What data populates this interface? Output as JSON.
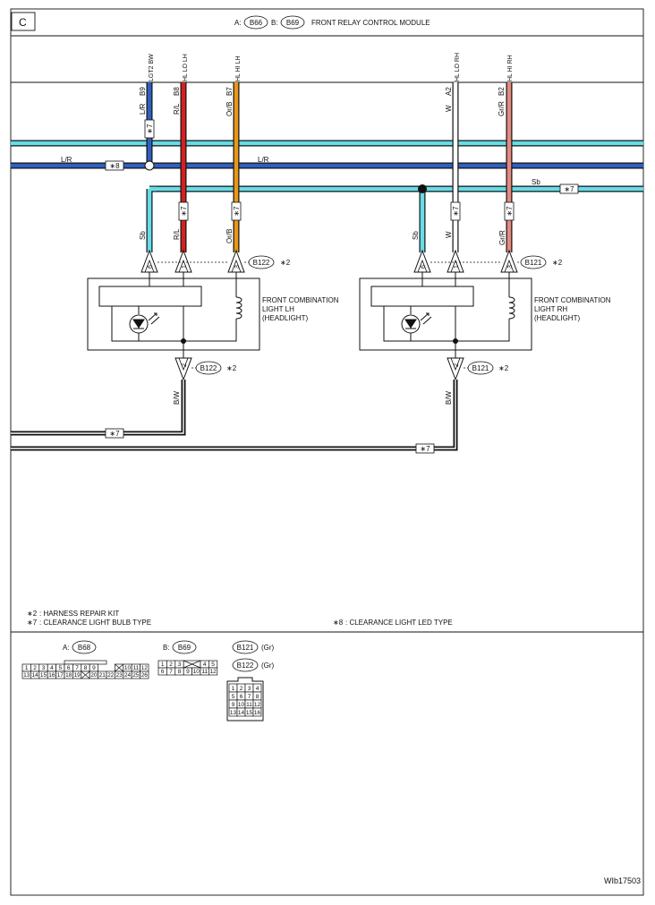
{
  "header": {
    "section_letter": "C",
    "connector_a_prefix": "A:",
    "connector_a": "B66",
    "connector_b_prefix": "B:",
    "connector_b": "B69",
    "module_title": "FRONT RELAY CONTROL MODULE"
  },
  "module_pins": [
    {
      "pin": "B9",
      "wire": "L/R",
      "signal": "LGT2 BW"
    },
    {
      "pin": "B8",
      "wire": "R/L",
      "signal": "HL LO LH"
    },
    {
      "pin": "B7",
      "wire": "Or/B",
      "signal": "HL HI LH"
    },
    {
      "pin": "A2",
      "wire": "W",
      "signal": "HL LO RH"
    },
    {
      "pin": "B2",
      "wire": "Gr/R",
      "signal": "HL HI RH"
    }
  ],
  "wire_labels": {
    "lr_left": "L/R",
    "lr_mid": "L/R",
    "sb_right": "Sb",
    "sb_left_drop": "Sb",
    "sb_right_drop": "Sb",
    "rl_drop": "R/L",
    "orb_drop": "Or/B",
    "w_drop": "W",
    "grr_drop": "Gr/R",
    "bw_left": "B/W",
    "bw_right": "B/W"
  },
  "markers": {
    "star7": "∗7",
    "star8": "∗8",
    "star2": "∗2"
  },
  "lamps": [
    {
      "connector": "B122",
      "pins": [
        "6",
        "1",
        "3"
      ],
      "ground_pin": "2",
      "title_lines": [
        "FRONT COMBINATION",
        "LIGHT LH",
        "(HEADLIGHT)"
      ]
    },
    {
      "connector": "B121",
      "pins": [
        "6",
        "1",
        "3"
      ],
      "ground_pin": "2",
      "title_lines": [
        "FRONT COMBINATION",
        "LIGHT RH",
        "(HEADLIGHT)"
      ]
    }
  ],
  "legend": {
    "item2_mark": "∗2",
    "item2_text": ": HARNESS REPAIR KIT",
    "item7_mark": "∗7",
    "item7_text": ": CLEARANCE LIGHT BULB TYPE",
    "item8_mark": "∗8",
    "item8_text": ": CLEARANCE LIGHT LED TYPE"
  },
  "connector_faces": {
    "a_prefix": "A:",
    "a_name": "B68",
    "a_row1": [
      "1",
      "2",
      "3",
      "4",
      "5",
      "6",
      "7",
      "8",
      "9",
      "",
      "10",
      "11",
      "12"
    ],
    "a_row2": [
      "13",
      "14",
      "15",
      "16",
      "17",
      "18",
      "19",
      "",
      "20",
      "21",
      "22",
      "23",
      "24",
      "25",
      "26"
    ],
    "b_prefix": "B:",
    "b_name": "B69",
    "b_row1": [
      "1",
      "2",
      "3",
      "",
      "4",
      "5"
    ],
    "b_row2": [
      "6",
      "7",
      "8",
      "9",
      "10",
      "11",
      "12"
    ],
    "c1_name": "B121",
    "c1_color": "(Gr)",
    "c2_name": "B122",
    "c2_color": "(Gr)",
    "c_rows": [
      [
        "1",
        "2",
        "3",
        "4"
      ],
      [
        "5",
        "6",
        "7",
        "8"
      ],
      [
        "9",
        "10",
        "11",
        "12"
      ],
      [
        "13",
        "14",
        "15",
        "16"
      ]
    ]
  },
  "footer": {
    "figure_id": "WIb17503"
  },
  "colors": {
    "blue": "#2f5fbf",
    "cyan": "#66dde8",
    "red": "#d42020",
    "orange": "#e8971c",
    "pink": "#e58a80",
    "black": "#111111"
  }
}
